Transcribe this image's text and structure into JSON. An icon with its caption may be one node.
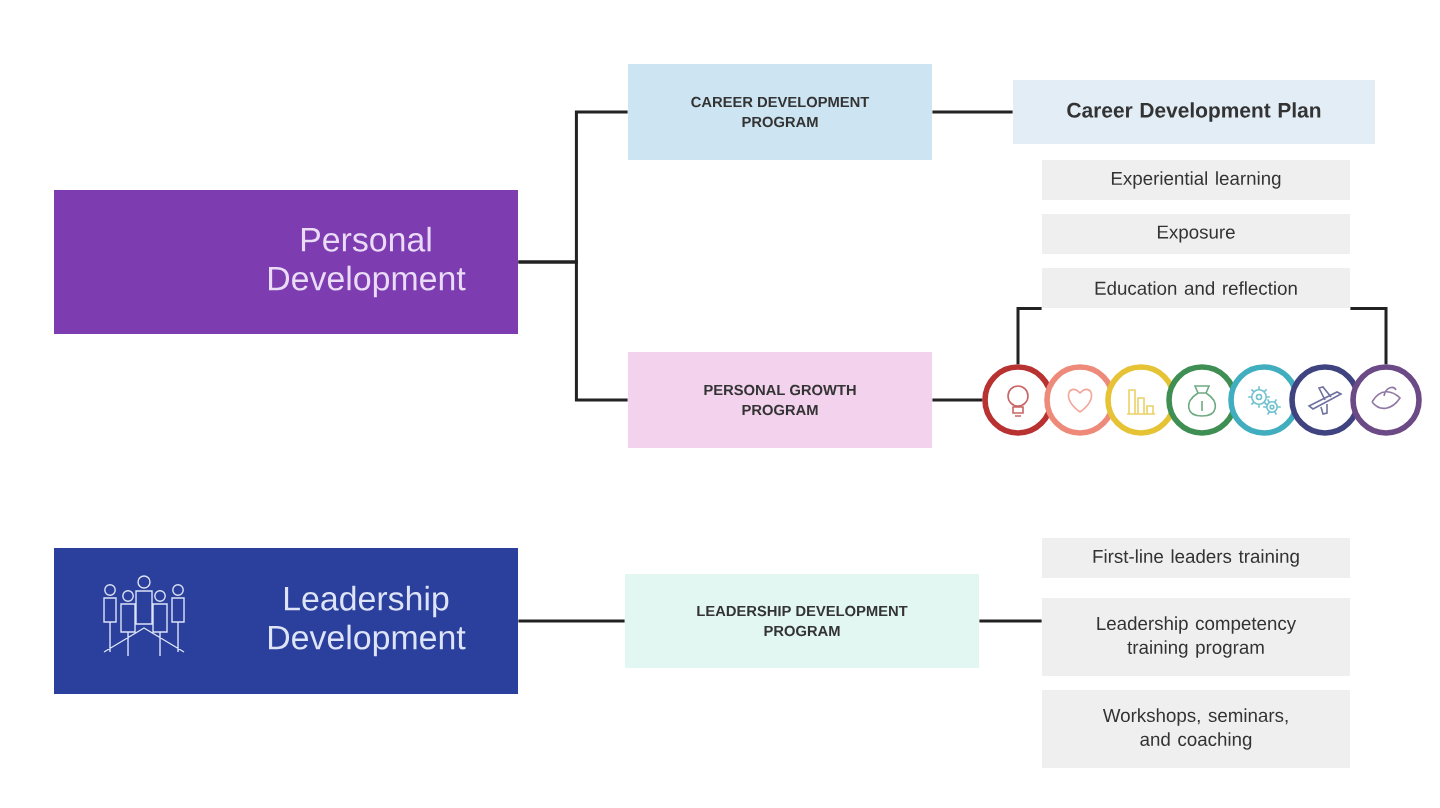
{
  "diagram": {
    "nodes": [
      {
        "text": [
          "Personal Development"
        ]
      },
      {
        "text": [
          "CAREER DEVELOPMENT PROGRAM"
        ]
      },
      {
        "text": [
          "PERSONAL GROWTH PROGRAM"
        ]
      },
      {
        "text": [
          "Career Development Plan"
        ]
      },
      {
        "text": [
          "Experiential learning"
        ]
      },
      {
        "text": [
          "Exposure"
        ]
      },
      {
        "text": [
          "Education and reflection"
        ]
      },
      {
        "text": [],
        "shape": "circle"
      },
      {
        "text": [],
        "shape": "circle"
      },
      {
        "text": [],
        "shape": "circle"
      },
      {
        "text": [],
        "shape": "circle"
      },
      {
        "text": [],
        "shape": "circle"
      },
      {
        "text": [],
        "shape": "circle"
      },
      {
        "text": [],
        "shape": "circle"
      },
      {
        "text": [
          "Leadership Development"
        ]
      },
      {
        "text": [
          "LEADERSHIP DEVELOPMENT PROGRAM"
        ]
      },
      {
        "text": [
          "First-line leaders training"
        ]
      },
      {
        "text": [
          "Leadership competency training program"
        ]
      },
      {
        "text": [
          "Workshops, seminars, and coaching"
        ]
      }
    ],
    "edges": [
      {
        "from": 0,
        "to": 1,
        "arrow": "none"
      },
      {
        "from": 0,
        "to": 2,
        "arrow": "none"
      },
      {
        "from": 1,
        "to": 3,
        "arrow": "none"
      },
      {
        "from": 2,
        "to": 7,
        "arrow": "none"
      },
      {
        "from": 6,
        "to": 7,
        "arrow": "none"
      },
      {
        "from": 6,
        "to": 13,
        "arrow": "none"
      },
      {
        "from": 14,
        "to": 15,
        "arrow": "none"
      },
      {
        "from": 15,
        "to": 17,
        "arrow": "none"
      }
    ]
  }
}
